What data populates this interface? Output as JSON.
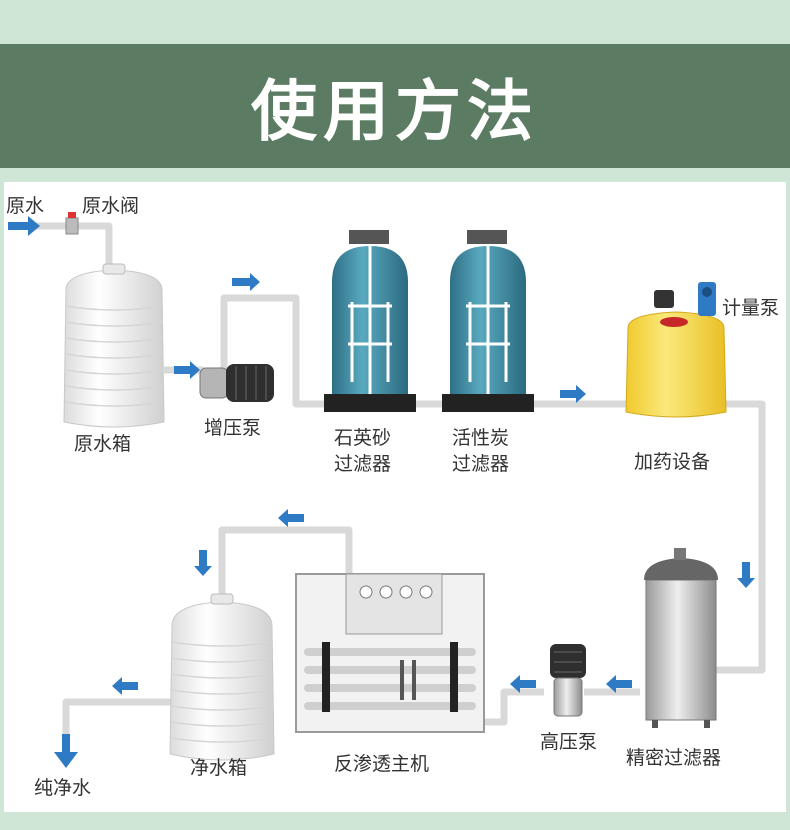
{
  "header": {
    "title": "使用方法"
  },
  "labels": {
    "raw_water": "原水",
    "raw_water_valve": "原水阀",
    "raw_water_tank": "原水箱",
    "booster_pump": "增压泵",
    "quartz_sand_line1": "石英砂",
    "quartz_sand_line2": "过滤器",
    "carbon_line1": "活性炭",
    "carbon_line2": "过滤器",
    "metering_pump": "计量泵",
    "dosing_equipment": "加药设备",
    "precision_filter": "精密过滤器",
    "high_pressure_pump": "高压泵",
    "ro_unit": "反渗透主机",
    "clean_water_tank": "净水箱",
    "pure_water": "纯净水"
  },
  "colors": {
    "banner": "#5b7b63",
    "background": "#cfe6d6",
    "pipe": "#ffffff",
    "arrow": "#2f7ac4",
    "filter_vessel": "#3f8fa6",
    "dosing_tank": "#f4d94a",
    "tank": "#f4f4f4"
  }
}
